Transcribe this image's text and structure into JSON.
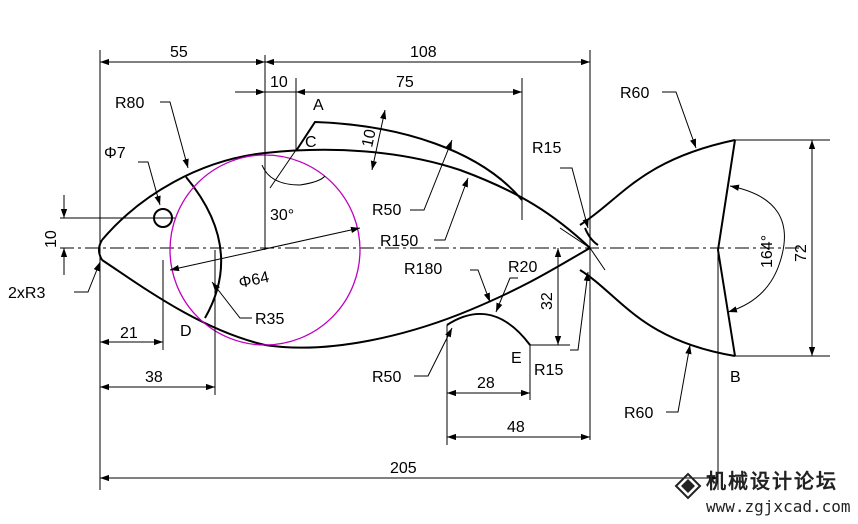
{
  "dimensions": {
    "d55": "55",
    "d108": "108",
    "d10_top": "10",
    "d75": "75",
    "d10_slot": "10",
    "d30": "30°",
    "d10_left": "10",
    "d21": "21",
    "d38": "38",
    "d28": "28",
    "d48": "48",
    "d32": "32",
    "d72": "72",
    "d164": "164°",
    "d205": "205"
  },
  "radii": {
    "r80": "R80",
    "phi7": "Φ7",
    "phi64": "Φ64",
    "r35": "R35",
    "r50_top": "R50",
    "r150": "R150",
    "r15_top": "R15",
    "r180": "R180",
    "r20": "R20",
    "r50_bot": "R50",
    "r15_bot": "R15",
    "r60_top": "R60",
    "r60_bot": "R60",
    "r3": "2xR3"
  },
  "points": {
    "a": "A",
    "b": "B",
    "c": "C",
    "d": "D",
    "e": "E"
  },
  "watermark": {
    "title": "机械设计论坛",
    "url": "www.zgjxcad.com"
  }
}
